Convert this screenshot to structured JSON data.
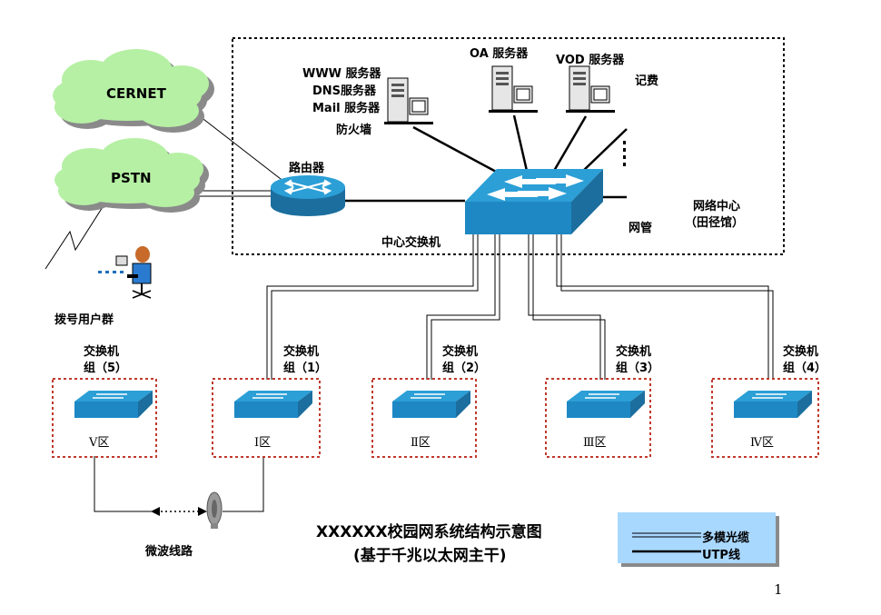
{
  "network_center": {
    "label_line1": "网络中心",
    "label_line2": "（田径馆）",
    "servers": {
      "www": "WWW 服务器",
      "dns": "DNS服务器",
      "mail": "Mail 服务器",
      "firewall": "防火墙",
      "oa": "OA 服务器",
      "vod": "VOD 服务器",
      "billing": "记费",
      "management": "网管"
    },
    "router": "路由器",
    "core_switch": "中心交换机"
  },
  "external": {
    "cernet": "CERNET",
    "pstn": "PSTN",
    "dialup": "拨号用户群"
  },
  "switch_groups": [
    {
      "title1": "交换机",
      "title2": "组（5）",
      "zone": "Ⅴ区"
    },
    {
      "title1": "交换机",
      "title2": "组（1）",
      "zone": "Ⅰ区"
    },
    {
      "title1": "交换机",
      "title2": "组（2）",
      "zone": "Ⅱ区"
    },
    {
      "title1": "交换机",
      "title2": "组（3）",
      "zone": "Ⅲ区"
    },
    {
      "title1": "交换机",
      "title2": "组（4）",
      "zone": "Ⅳ区"
    }
  ],
  "microwave": "微波线路",
  "title": {
    "line1": "XXXXXX校园网系统结构示意图",
    "line2": "(基于千兆以太网主干)"
  },
  "legend": {
    "multimode": "多模光缆",
    "utp": "UTP线"
  },
  "page_number": "1",
  "colors": {
    "cloud": "#b6f0a4",
    "switch_top": "#2b9fd6",
    "switch_side": "#1b6e9e",
    "dotted_box": "#c0392b",
    "legend_bg": "#a9d8ff"
  }
}
